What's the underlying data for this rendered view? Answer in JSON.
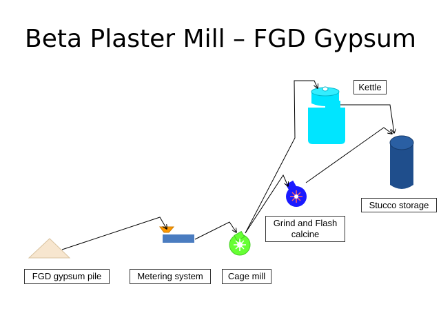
{
  "title": "Beta Plaster Mill – FGD Gypsum",
  "labels": {
    "pile": "FGD gypsum pile",
    "metering": "Metering system",
    "cage": "Cage mill",
    "grind_line1": "Grind and Flash",
    "grind_line2": "calcine",
    "kettle": "Kettle",
    "stucco": "Stucco storage"
  },
  "colors": {
    "pile": "#f7e6cf",
    "metering_hopper": "#ff9900",
    "metering_belt": "#4a7cc0",
    "cage_mill": "#66ff33",
    "grinder": "#1a1aff",
    "kettle": "#00e5ff",
    "stucco_storage": "#1f4e8c"
  }
}
